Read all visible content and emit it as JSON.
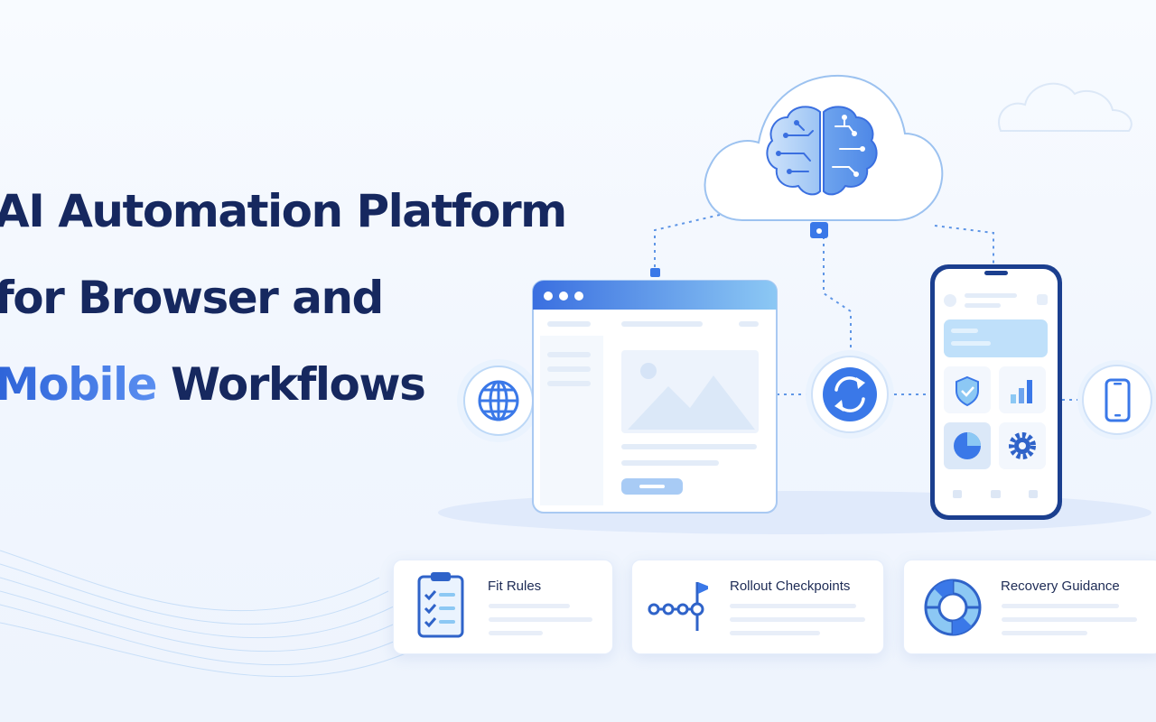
{
  "hero": {
    "title_line1": "AI Automation Platform",
    "title_line2": "for Browser and",
    "title_line3_part1": "Mobile",
    "title_line3_part2": " Workflows"
  },
  "cards": [
    {
      "label": "Fit Rules",
      "icon": "checklist-clipboard-icon"
    },
    {
      "label": "Rollout Checkpoints",
      "icon": "milestone-flag-icon"
    },
    {
      "label": "Recovery Guidance",
      "icon": "life-ring-icon"
    }
  ],
  "illustration": {
    "cloud_icon": "ai-brain-icon",
    "browser_icon": "globe-icon",
    "sync_icon": "sync-arrows-icon",
    "mobile_icon": "smartphone-icon"
  },
  "colors": {
    "title": "#16285f",
    "accent": "#3a78e8",
    "accent_light": "#8cc8f4"
  }
}
